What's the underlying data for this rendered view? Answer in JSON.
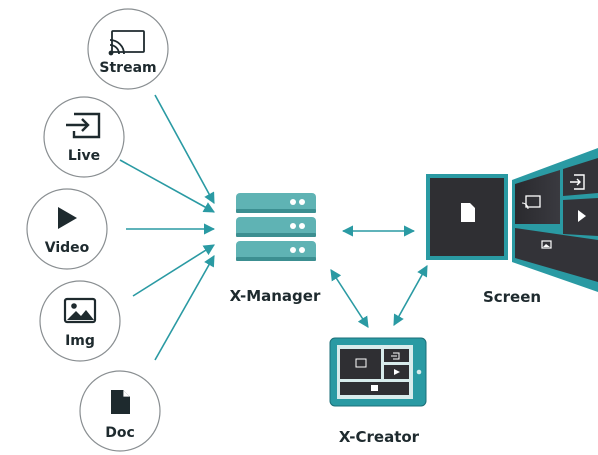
{
  "colors": {
    "teal": "#2a9aa3",
    "teal_dark": "#1b6f78",
    "server": "#5fb3b4",
    "server_dark": "#3c8f91",
    "screen_dark": "#2f2f33",
    "text": "#1e2a2e",
    "circle_border": "#8a8f92"
  },
  "sources": [
    {
      "label": "Stream",
      "icon": "cast-icon"
    },
    {
      "label": "Live",
      "icon": "input-icon"
    },
    {
      "label": "Video",
      "icon": "play-icon"
    },
    {
      "label": "Img",
      "icon": "image-icon"
    },
    {
      "label": "Doc",
      "icon": "document-icon"
    }
  ],
  "manager": {
    "label": "X-Manager",
    "icon": "server-icon"
  },
  "screen": {
    "label": "Screen",
    "icon": "video-wall-icon"
  },
  "creator": {
    "label": "X-Creator",
    "icon": "tablet-icon"
  }
}
